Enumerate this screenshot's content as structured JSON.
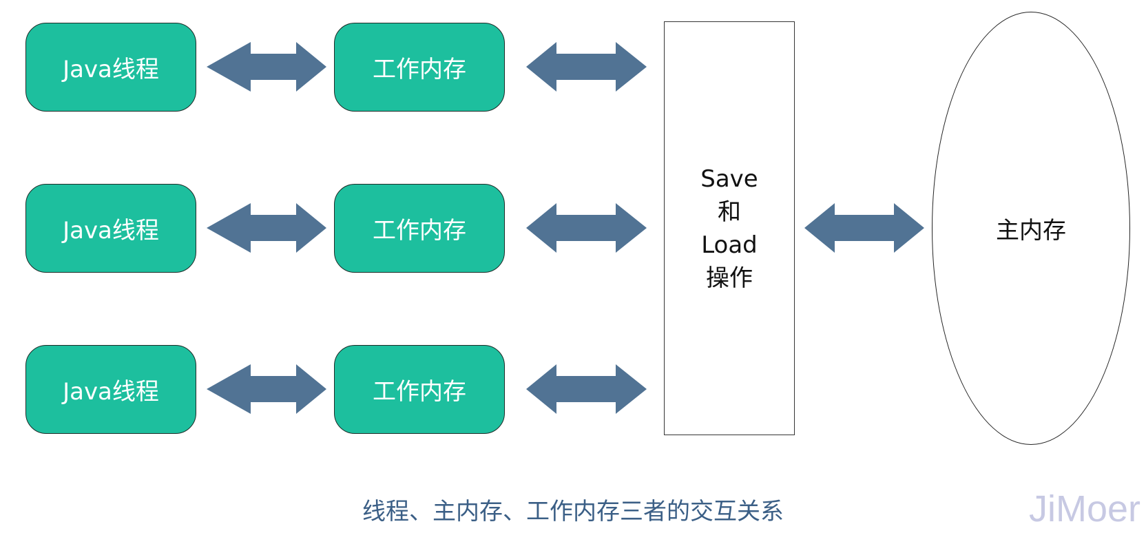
{
  "diagram": {
    "threads": [
      {
        "label": "Java线程"
      },
      {
        "label": "Java线程"
      },
      {
        "label": "Java线程"
      }
    ],
    "work_memories": [
      {
        "label": "工作内存"
      },
      {
        "label": "工作内存"
      },
      {
        "label": "工作内存"
      }
    ],
    "operation_box": {
      "line1": "Save",
      "line2": "和",
      "line3": "Load",
      "line4": "操作"
    },
    "main_memory": {
      "label": "主内存"
    },
    "caption": "线程、主内存、工作内存三者的交互关系",
    "watermark": "JiMoer",
    "colors": {
      "node_fill": "#1dbf9e",
      "arrow_fill": "#517394",
      "caption_text": "#3b5f86",
      "watermark_text": "#c7c9e3"
    }
  }
}
